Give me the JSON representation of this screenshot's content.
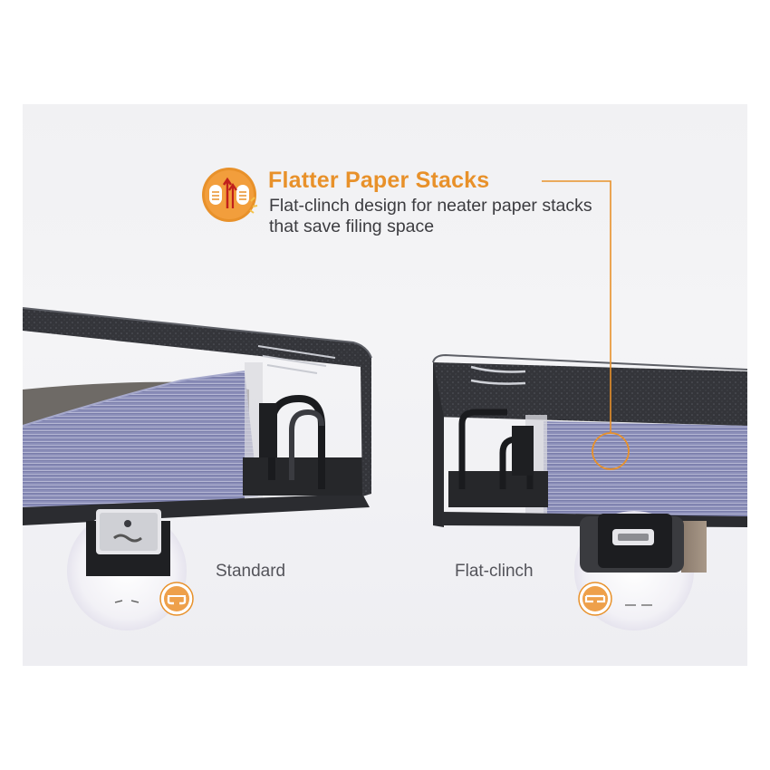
{
  "feature": {
    "headline": "Flatter Paper Stacks",
    "description": "Flat-clinch design for neater paper stacks that save filing space",
    "icon": "stack-compression-icon"
  },
  "comparison": {
    "left_label": "Standard",
    "right_label": "Flat-clinch",
    "left_icon": "standard-staple-icon",
    "right_icon": "flat-clinch-staple-icon"
  },
  "colors": {
    "accent": "#e8912a",
    "text": "#3c3c40",
    "paper": "#7a7ea8",
    "binder": "#2e2f33"
  }
}
